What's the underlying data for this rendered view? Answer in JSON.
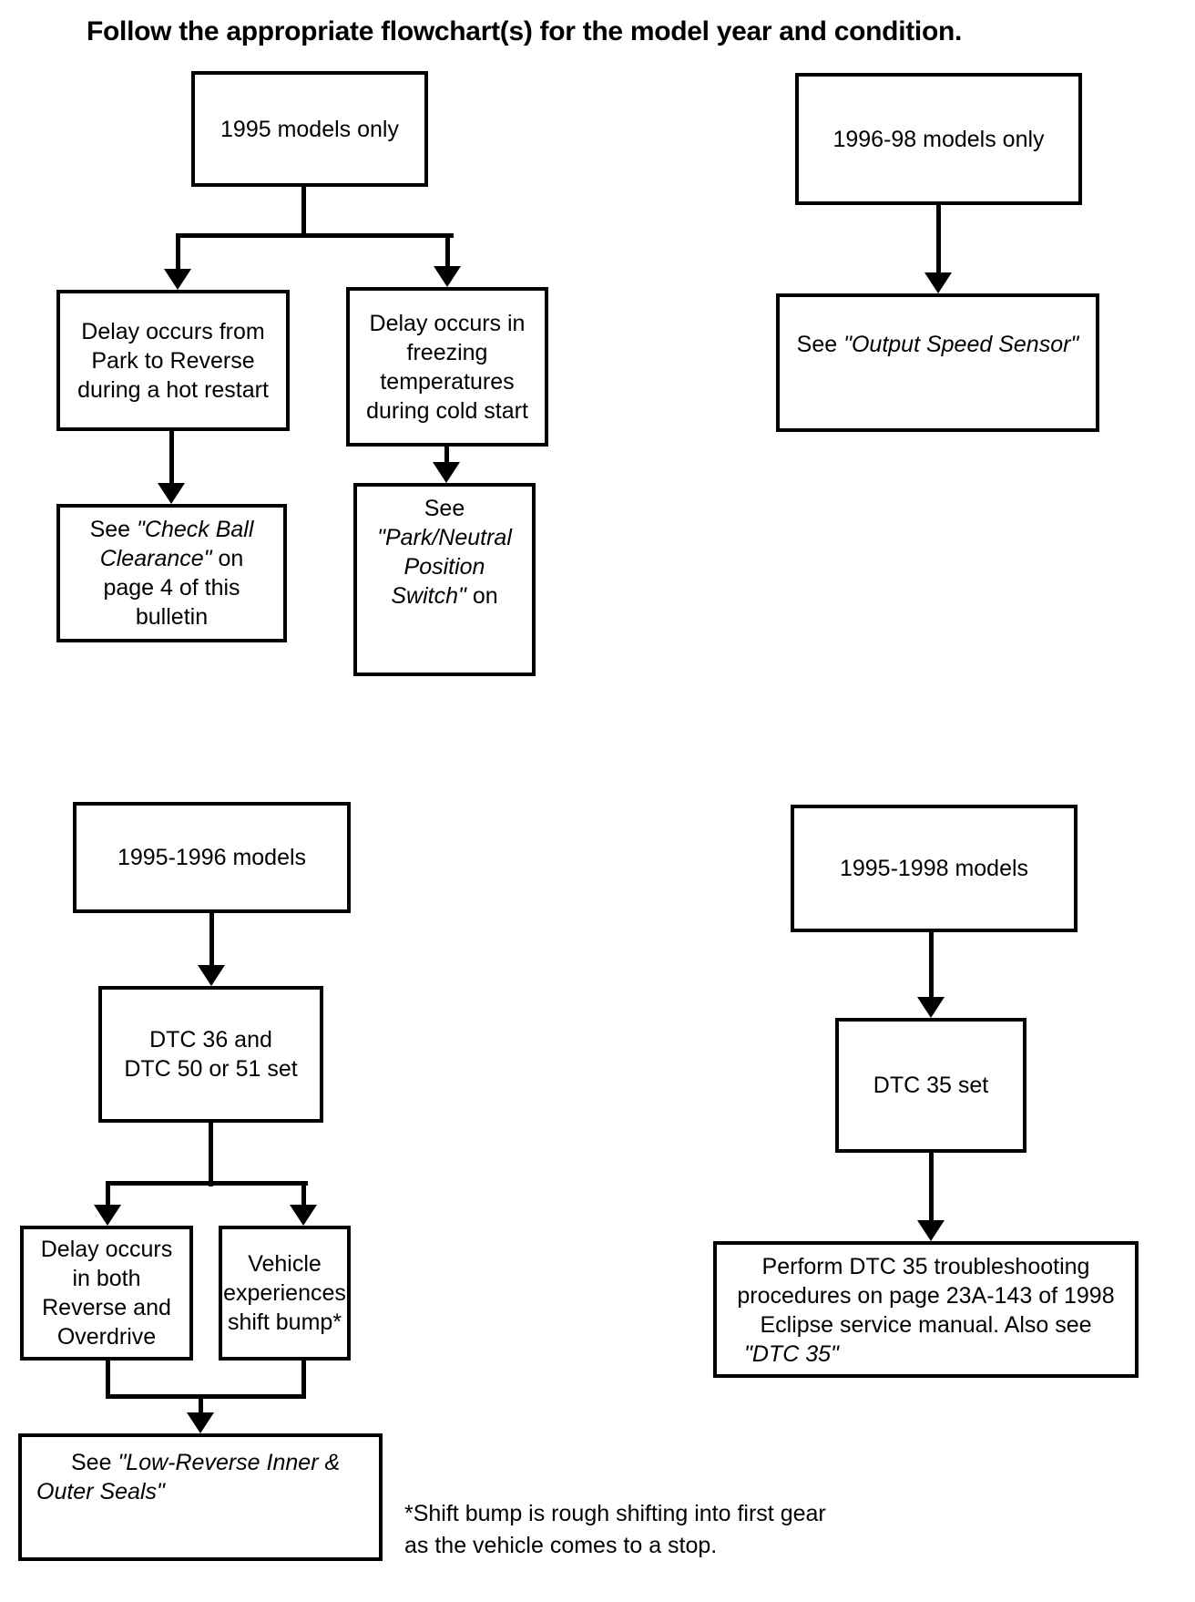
{
  "title": "Follow the appropriate flowchart(s) for the model year and condition.",
  "flow1": {
    "start": "1995 models only",
    "hot": {
      "l1": "Delay occurs from",
      "l2": "Park to Reverse",
      "l3": "during a hot restart"
    },
    "cold": {
      "l1": "Delay occurs in",
      "l2": "freezing",
      "l3": "temperatures",
      "l4": "during cold start"
    },
    "check_ball": {
      "l1a": "See ",
      "l1b": "\"Check Ball",
      "l2a": "Clearance\"",
      "l2b": " on",
      "l3": "page 4 of this",
      "l4": "bulletin"
    },
    "pn_switch": {
      "l1": "See",
      "l2": "\"Park/Neutral",
      "l3": "Position",
      "l4a": "Switch\"",
      "l4b": " on"
    }
  },
  "flow2": {
    "start": "1996-98 models only",
    "output_speed": {
      "a": "See ",
      "b": "\"Output Speed Sensor\""
    }
  },
  "flow3": {
    "start": "1995-1996 models",
    "dtc": {
      "l1": "DTC 36 and",
      "l2": "DTC 50 or 51 set"
    },
    "delay": {
      "l1": "Delay occurs",
      "l2": "in both",
      "l3": "Reverse and",
      "l4": "Overdrive"
    },
    "bump": {
      "l1": "Vehicle",
      "l2": "experiences",
      "l3": "shift bump*"
    },
    "seals": {
      "l1a": "See ",
      "l1b": "\"Low-Reverse Inner &",
      "l2": "Outer Seals\""
    }
  },
  "flow4": {
    "start": "1995-1998 models",
    "dtc35": "DTC 35 set",
    "perform": {
      "l1": "Perform DTC 35 troubleshooting",
      "l2": "procedures on page 23A-143 of 1998",
      "l3": "Eclipse service manual. Also see",
      "l4": "\"DTC 35\""
    }
  },
  "footnote": {
    "l1": "*Shift bump is rough shifting into first gear",
    "l2": "as the vehicle comes to a stop."
  }
}
